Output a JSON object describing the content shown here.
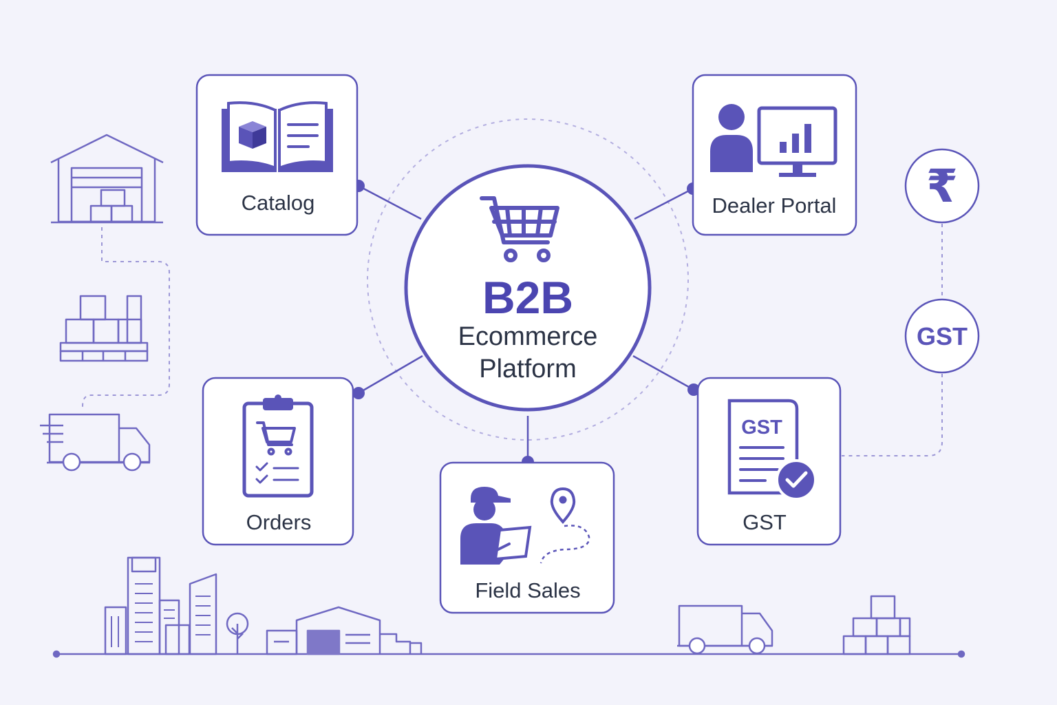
{
  "colors": {
    "background": "#f3f3fb",
    "accent": "#5a54b8",
    "accent_dark": "#4b45b0",
    "line": "#7f78c8",
    "text": "#2b3345",
    "card": "#ffffff"
  },
  "hub": {
    "title": "B2B",
    "subtitle_line1": "Ecommerce",
    "subtitle_line2": "Platform",
    "icon": "shopping-cart-icon"
  },
  "modules": [
    {
      "id": "catalog",
      "label": "Catalog",
      "icon": "open-book-icon"
    },
    {
      "id": "dealer-portal",
      "label": "Dealer Portal",
      "icon": "user-dashboard-icon"
    },
    {
      "id": "orders",
      "label": "Orders",
      "icon": "clipboard-cart-icon"
    },
    {
      "id": "field-sales",
      "label": "Field Sales",
      "icon": "sales-rep-location-icon"
    },
    {
      "id": "gst",
      "label": "GST",
      "icon": "gst-document-check-icon"
    }
  ],
  "gst_document": {
    "label": "GST"
  },
  "side_badges": {
    "currency": {
      "symbol": "₹",
      "icon": "rupee-icon"
    },
    "tax": {
      "label": "GST"
    }
  },
  "left_flow": [
    "warehouse-icon",
    "pallet-boxes-icon",
    "delivery-truck-icon"
  ],
  "skyline": [
    "city-buildings-icon",
    "tree-icon",
    "warehouse-building-icon",
    "delivery-truck-icon",
    "stacked-boxes-icon"
  ]
}
